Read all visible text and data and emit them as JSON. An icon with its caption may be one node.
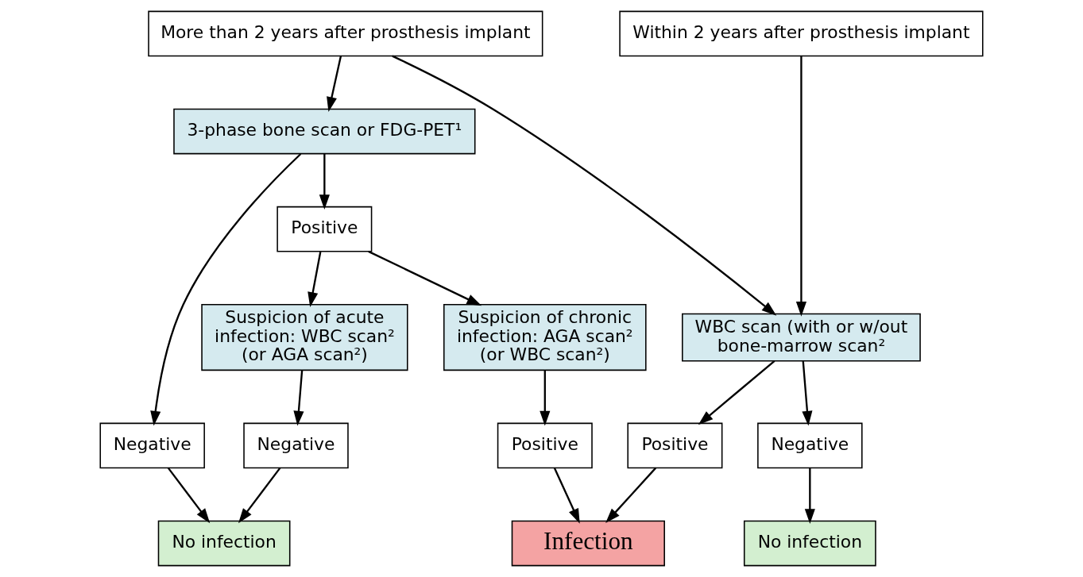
{
  "diagram": {
    "nodes": [
      {
        "text": [
          "More than 2 years after prosthesis implant"
        ]
      },
      {
        "text": [
          "Within 2 years after prosthesis implant"
        ]
      },
      {
        "text": [
          "3-phase bone scan or FDG-PET¹"
        ]
      },
      {
        "text": [
          "WBC scan (with or w/out bone-marrow scan²"
        ]
      },
      {
        "text": [
          "Negative"
        ]
      },
      {
        "text": [
          "Positive"
        ]
      },
      {
        "text": [
          "Suspicion of acute infection: WBC scan² (or AGA scan²)"
        ]
      },
      {
        "text": [
          "Suspicion of chronic infection: AGA scan² (or WBC scan²)"
        ]
      },
      {
        "text": [
          "Negative"
        ]
      },
      {
        "text": [
          "Positive"
        ]
      },
      {
        "text": [
          "Positive"
        ]
      },
      {
        "text": [
          "Negative"
        ]
      },
      {
        "text": [
          "No infection"
        ]
      },
      {
        "text": [
          "Infection"
        ]
      },
      {
        "text": [
          "No infection"
        ]
      }
    ],
    "edges": [
      {
        "from": 0,
        "to": 2,
        "arrow": "to"
      },
      {
        "from": 0,
        "to": 3,
        "arrow": "to"
      },
      {
        "from": 1,
        "to": 3,
        "arrow": "to"
      },
      {
        "from": 2,
        "to": 4,
        "arrow": "to"
      },
      {
        "from": 2,
        "to": 5,
        "arrow": "to"
      },
      {
        "from": 5,
        "to": 6,
        "arrow": "to"
      },
      {
        "from": 5,
        "to": 7,
        "arrow": "to"
      },
      {
        "from": 6,
        "to": 8,
        "arrow": "to"
      },
      {
        "from": 7,
        "to": 9,
        "arrow": "to"
      },
      {
        "from": 3,
        "to": 10,
        "arrow": "to"
      },
      {
        "from": 3,
        "to": 11,
        "arrow": "to"
      },
      {
        "from": 4,
        "to": 12,
        "arrow": "to"
      },
      {
        "from": 8,
        "to": 12,
        "arrow": "to"
      },
      {
        "from": 9,
        "to": 13,
        "arrow": "to"
      },
      {
        "from": 10,
        "to": 13,
        "arrow": "to"
      },
      {
        "from": 11,
        "to": 14,
        "arrow": "to"
      }
    ]
  }
}
